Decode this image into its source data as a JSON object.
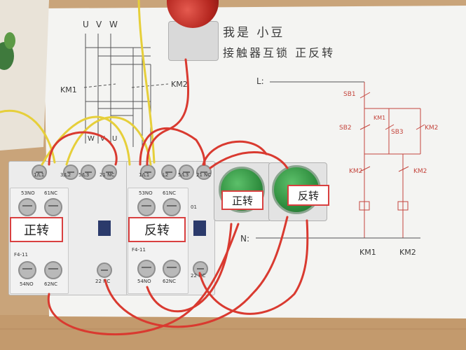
{
  "note": {
    "line1": "我是 小豆",
    "line2": "接触器互锁 正反转"
  },
  "power_diagram": {
    "phases": [
      "U",
      "V",
      "W"
    ],
    "contactor_labels": [
      "KM1",
      "KM2"
    ],
    "motor_wires": [
      "W",
      "V",
      "U"
    ]
  },
  "control_diagram": {
    "line_L": "L:",
    "line_N": "N:",
    "sb1": "SB1",
    "sb2": "SB2",
    "sb3": "SB3",
    "km1_aux": "KM1",
    "km2_aux": "KM2",
    "km2_nc": "KM2",
    "km1_nc": "KM2",
    "coil1": "KM1",
    "coil2": "KM2"
  },
  "contactor_left": {
    "top_terminals": [
      "1/L1",
      "3/L2",
      "5/L3",
      "21 NC"
    ],
    "aux_top": [
      "53NO",
      "61NC"
    ],
    "aux_bottom": [
      "54NO",
      "62NC"
    ],
    "aux_model": "F4-11",
    "bottom_right": "22 NC",
    "tag": "正转"
  },
  "contactor_right": {
    "top_terminals": [
      "1/L1",
      "L2",
      "5/L3",
      "21 NC"
    ],
    "aux_top": [
      "53NO",
      "61NC"
    ],
    "aux_bottom": [
      "54NO",
      "62NC"
    ],
    "aux_model": "F4-11",
    "bottom_right": "22 NC",
    "side_label": "01",
    "tag": "反转"
  },
  "buttons": {
    "forward_tag": "正转",
    "reverse_tag": "反转"
  }
}
